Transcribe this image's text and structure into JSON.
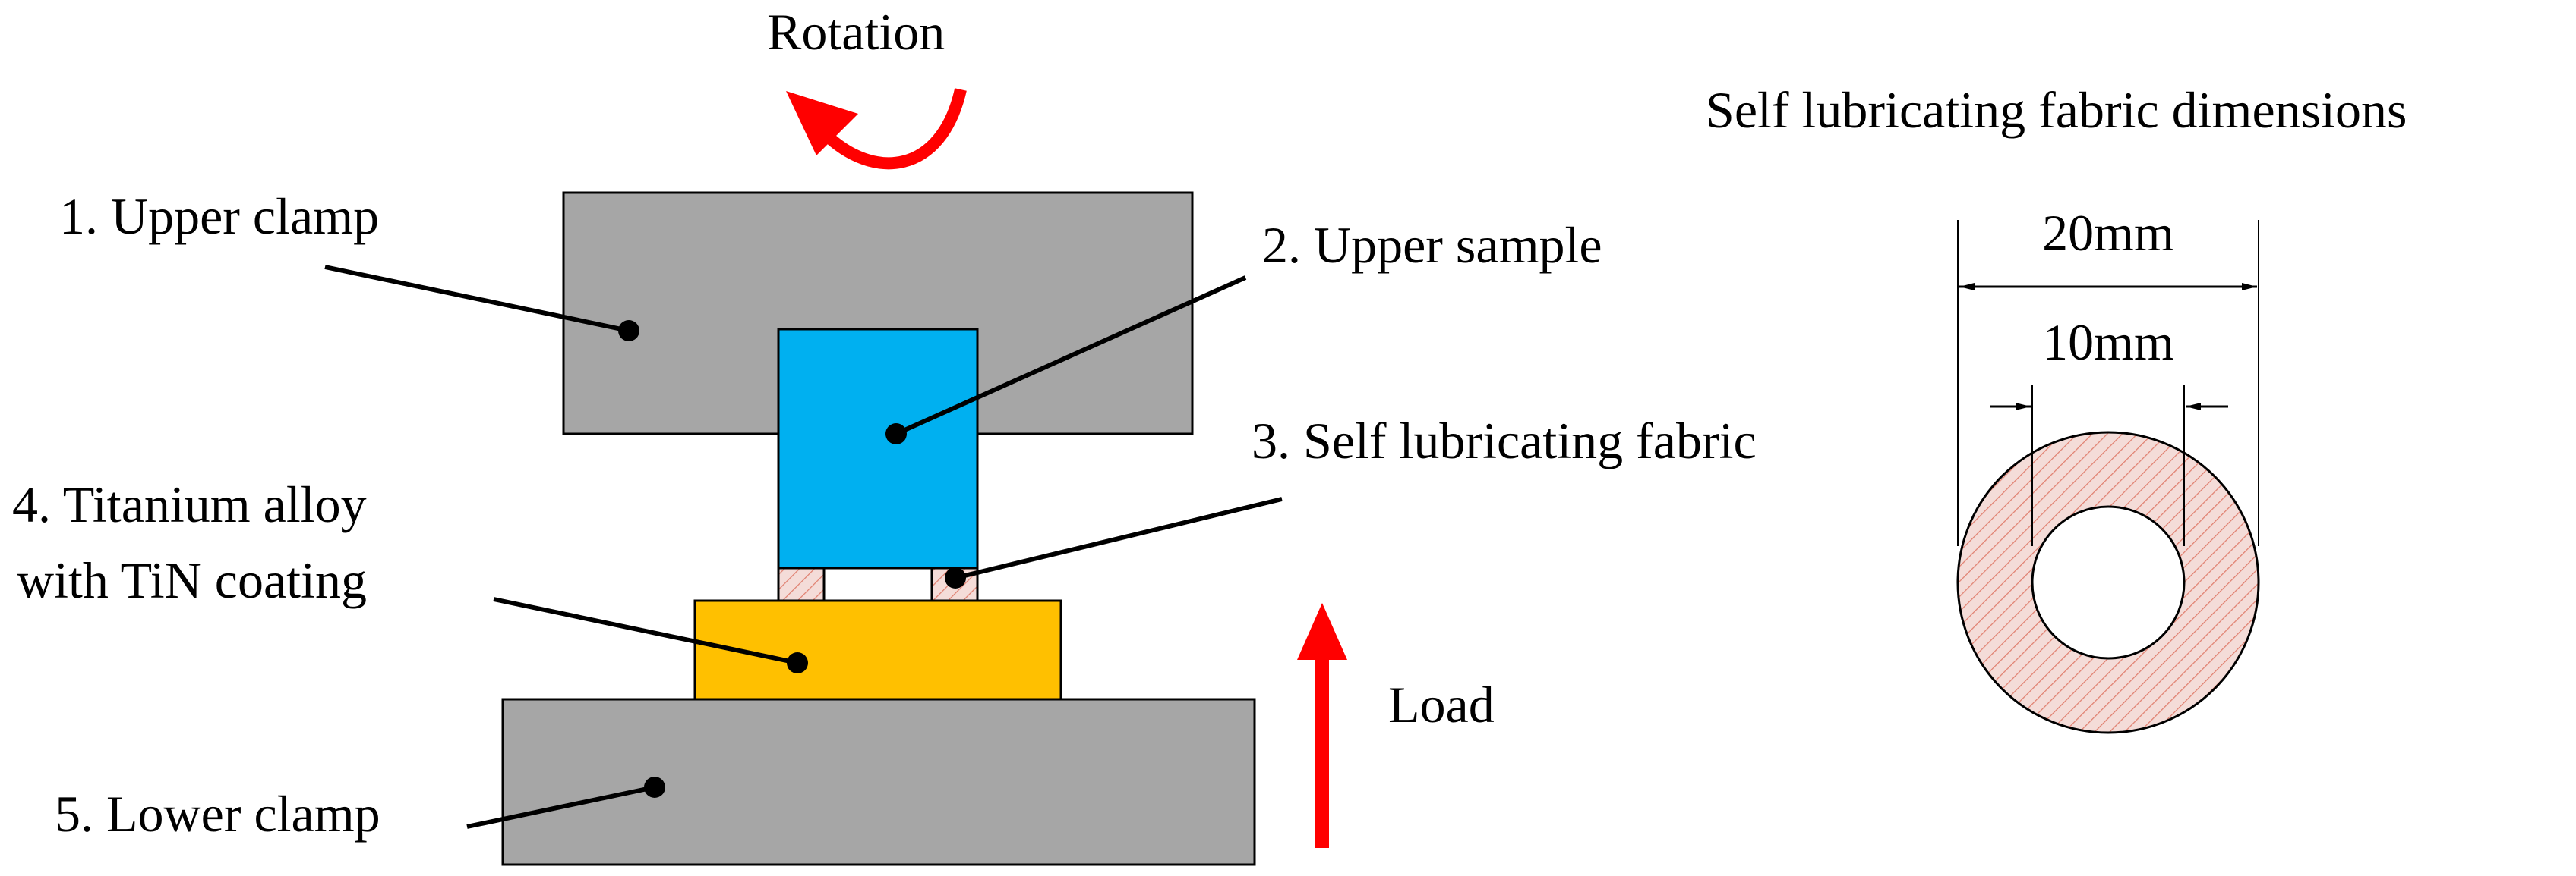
{
  "labels": {
    "rotation": "Rotation",
    "upper_clamp": "1. Upper clamp",
    "upper_sample": "2. Upper sample",
    "fabric": "3. Self lubricating fabric",
    "titanium_line1": "4. Titanium alloy",
    "titanium_line2": "with TiN coating",
    "lower_clamp": "5. Lower clamp",
    "load": "Load"
  },
  "dimensions": {
    "title": "Self lubricating fabric dimensions",
    "outer": "20mm",
    "inner": "10mm"
  },
  "colors": {
    "clamp": "#a6a6a6",
    "sample": "#00b0f0",
    "titanium": "#ffc000",
    "fabric_fill": "#f4dcd8",
    "fabric_hatch": "#e08070",
    "arrow": "#ff0000"
  }
}
